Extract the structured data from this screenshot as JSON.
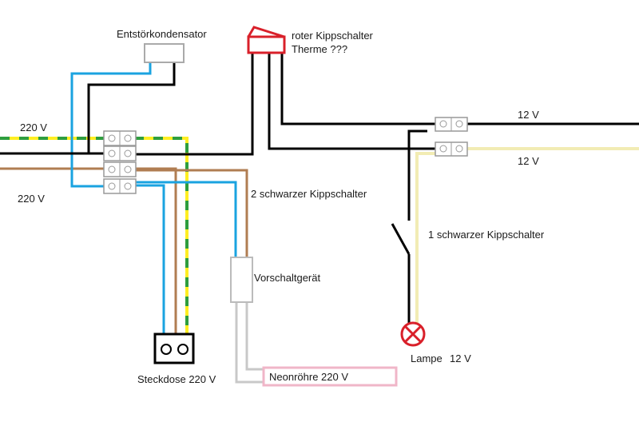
{
  "labels": {
    "capacitor": "Entstörkondensator",
    "red_switch_line1": "roter Kippschalter",
    "red_switch_line2": "Therme ???",
    "voltage_top_left": "220 V",
    "voltage_left": "220 V",
    "voltage_right_top": "12 V",
    "voltage_right_bottom": "12 V",
    "switch_2": "2 schwarzer Kippschalter",
    "switch_1": "1 schwarzer Kippschalter",
    "ballast": "Vorschaltgerät",
    "socket": "Steckdose 220 V",
    "neon_tube": "Neonröhre 220 V",
    "lamp": "Lampe",
    "lamp_voltage": "12 V"
  },
  "colors": {
    "black": "#000000",
    "blue": "#1aa3e0",
    "brown": "#b07d52",
    "yellow": "#ffee22",
    "green": "#2e9e3e",
    "gray": "#c8c8c8",
    "red": "#d9202a",
    "cream": "#f2ecb4",
    "pink": "#f0b6c8"
  }
}
